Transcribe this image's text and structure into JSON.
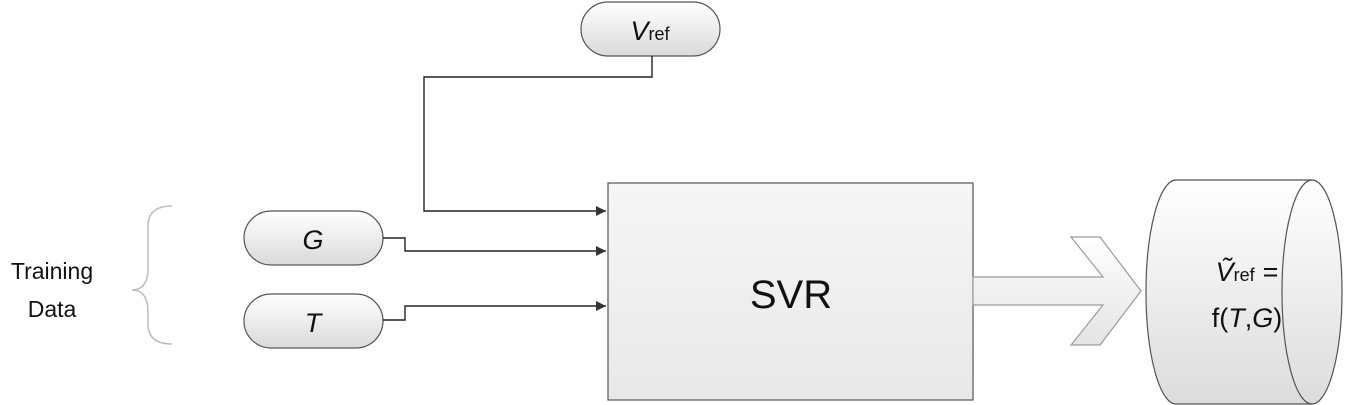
{
  "labels": {
    "training_data_line1": "Training",
    "training_data_line2": "Data",
    "vref_symbol": "V",
    "vref_subscript": "ref",
    "g_symbol": "G",
    "t_symbol": "T",
    "svr": "SVR",
    "output_symbol": "Ṽ",
    "output_subscript": "ref",
    "output_equals": "=",
    "output_func_open": "f(",
    "output_func_t": "T",
    "output_func_comma": ",",
    "output_func_g": "G",
    "output_func_close": ")"
  },
  "colors": {
    "node_fill_top": "#ffffff",
    "node_fill_bottom": "#dcdcdc",
    "stroke": "#555555",
    "line": "#222222",
    "brace": "#bfbfbf"
  }
}
